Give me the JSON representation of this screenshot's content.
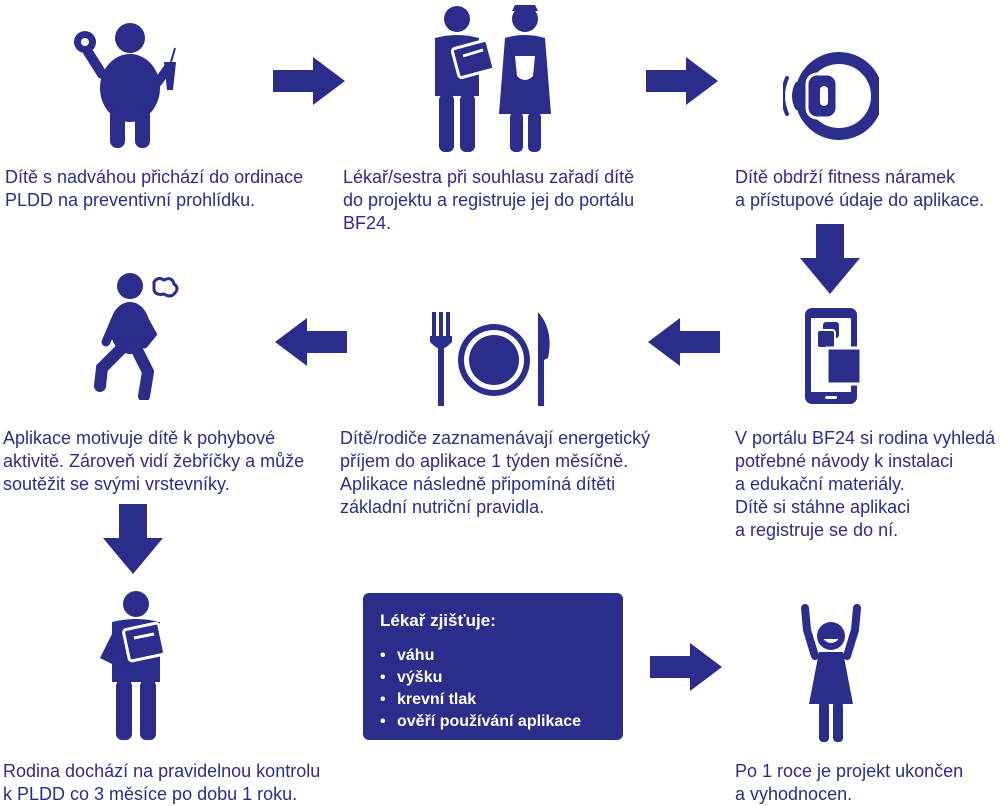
{
  "colors": {
    "primary": "#2b2d8a",
    "background": "#ffffff",
    "box_text": "#ffffff"
  },
  "steps": [
    {
      "icon": "overweight-child-icon",
      "text": "Dítě  s nadváhou přichází do ordinace\nPLDD na preventivní prohlídku."
    },
    {
      "icon": "doctor-nurse-icon",
      "text": "Lékař/sestra při souhlasu zařadí dítě\ndo projektu a registruje jej do portálu\nBF24."
    },
    {
      "icon": "fitness-band-icon",
      "text": "Dítě obdrží fitness náramek\na přístupové údaje do aplikace."
    },
    {
      "icon": "smartphone-icon",
      "text": "V portálu BF24 si rodina vyhledá\npotřebné návody k instalaci\na edukační materiály.\nDítě si stáhne aplikaci\na registruje se do ní."
    },
    {
      "icon": "plate-cutlery-icon",
      "text": "Dítě/rodiče zaznamenávají energetický\npříjem do aplikace 1 týden měsíčně.\nAplikace následně připomíná dítěti\nzákladní nutriční pravidla."
    },
    {
      "icon": "running-child-icon",
      "text": "Aplikace motivuje dítě k pohybové\naktivitě. Zároveň vidí žebříčky a může\nsoutěžit se svými vrstevníky."
    },
    {
      "icon": "child-with-clipboard-icon",
      "text": "Rodina dochází na pravidelnou kontrolu\nk PLDD co 3 měsíce po dobu 1 roku."
    },
    {
      "icon": "happy-girl-icon",
      "text": "Po 1 roce je projekt ukončen\na vyhodnocen."
    }
  ],
  "doctor_box": {
    "title": "Lékař zjišťuje:",
    "items": [
      "váhu",
      "výšku",
      "krevní tlak",
      "ověří používání aplikace"
    ]
  }
}
